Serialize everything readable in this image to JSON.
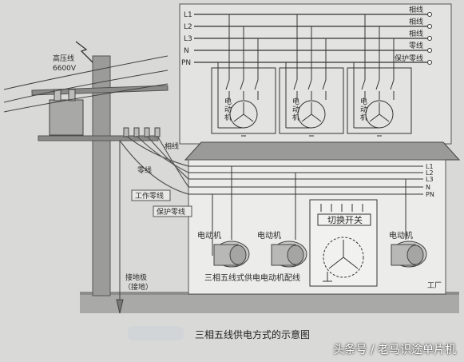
{
  "diagram": {
    "caption": "三相五线供电方式的示意图",
    "high_voltage_line": "高压线",
    "voltage": "6600V",
    "phase_wire": "相线",
    "neutral_wire": "零线",
    "working_neutral": "工作零线",
    "protective_neutral": "保护零线",
    "ground_electrode": "接地极",
    "ground_sub": "（接地）",
    "factory": "工厂",
    "system_title": "三相五线式供电电动机配线",
    "switch_label": "切换开关",
    "motor": "电动机",
    "motor_vertical": "电动机",
    "top_bus": [
      {
        "id": "L1",
        "desc": "相线"
      },
      {
        "id": "L2",
        "desc": "相线"
      },
      {
        "id": "L3",
        "desc": "相线"
      },
      {
        "id": "N",
        "desc": "零线"
      },
      {
        "id": "PN",
        "desc": "保护零线"
      }
    ],
    "building_bus": [
      "L1",
      "L2",
      "L3",
      "N",
      "PN"
    ]
  },
  "watermark": "头条号 / 老马识途单片机"
}
